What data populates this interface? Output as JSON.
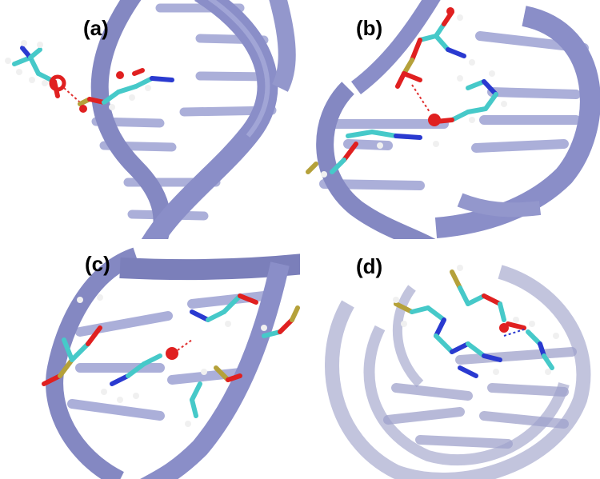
{
  "panels": [
    {
      "id": "a",
      "label": "(a)"
    },
    {
      "id": "b",
      "label": "(b)"
    },
    {
      "id": "c",
      "label": "(c)"
    },
    {
      "id": "d",
      "label": "(d)"
    }
  ],
  "colors": {
    "ribbon": "#8f93c8",
    "ribbon_dark": "#6e72ad",
    "rung": "#9da1d2",
    "carbon": "#46c9c9",
    "oxygen": "#e02020",
    "phosphorus": "#b5a13a",
    "nitrogen": "#2a3ad0",
    "hydrogen": "#f2f2f2",
    "hbond": "#e03030"
  }
}
